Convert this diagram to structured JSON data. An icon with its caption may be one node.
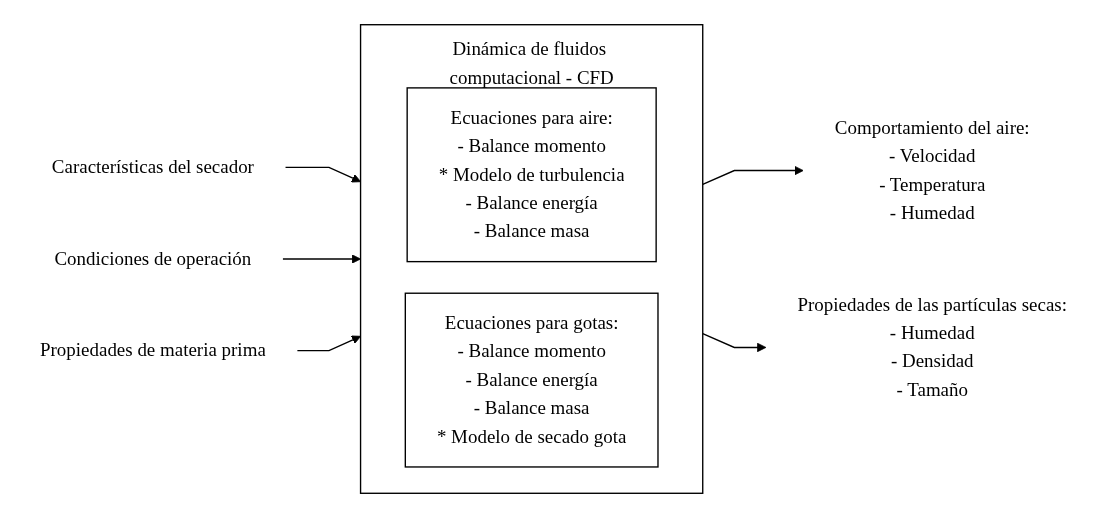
{
  "diagram": {
    "nodes": [
      {
        "text": [
          "Características del secador"
        ]
      },
      {
        "text": [
          "Condiciones de operación"
        ]
      },
      {
        "text": [
          "Propiedades de materia prima"
        ]
      },
      {
        "text": [
          "Dinámica de fluidos computacional - CFD"
        ]
      },
      {
        "text": [
          "Ecuaciones para aire:",
          "- Balance momento",
          "* Modelo de turbulencia",
          "- Balance energía",
          "- Balance masa"
        ],
        "in": 3
      },
      {
        "text": [
          "Ecuaciones para gotas:",
          "- Balance momento",
          "- Balance energía",
          "- Balance masa",
          "* Modelo de secado gota"
        ],
        "in": 3
      },
      {
        "text": [
          "Comportamiento del aire:",
          "- Velocidad",
          "- Temperatura",
          "- Humedad"
        ]
      },
      {
        "text": [
          "Propiedades de las partículas secas:",
          "- Humedad",
          "- Densidad",
          "- Tamaño"
        ]
      }
    ],
    "edges": [
      {
        "from": 0,
        "to": 3,
        "arrow": "to"
      },
      {
        "from": 1,
        "to": 3,
        "arrow": "to"
      },
      {
        "from": 2,
        "to": 3,
        "arrow": "to"
      },
      {
        "from": 3,
        "to": 6,
        "arrow": "to"
      },
      {
        "from": 3,
        "to": 7,
        "arrow": "to"
      }
    ]
  }
}
